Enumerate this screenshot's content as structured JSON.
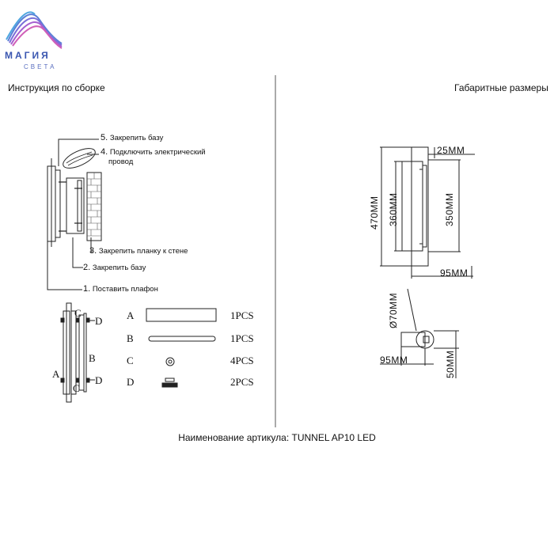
{
  "logo": {
    "word": "МАГИЯ",
    "sub": "СВЕТА"
  },
  "sections": {
    "left_title": "Инструкция по сборке",
    "right_title": "Габаритные размеры"
  },
  "steps": [
    {
      "num": "5.",
      "text": "Закрепить базу"
    },
    {
      "num": "4.",
      "text": "Подключить электрический",
      "text2": "провод"
    },
    {
      "num": "3.",
      "text": "Закрепить планку к стене"
    },
    {
      "num": "2.",
      "text": "Закрепить базу"
    },
    {
      "num": "1.",
      "text": "Поставить плафон"
    }
  ],
  "parts_diagram_labels": {
    "a": "A",
    "b": "B",
    "c1": "C",
    "c2": "C",
    "d1": "D",
    "d2": "D"
  },
  "parts": [
    {
      "letter": "A",
      "qty": "1PCS"
    },
    {
      "letter": "B",
      "qty": "1PCS"
    },
    {
      "letter": "C",
      "qty": "4PCS"
    },
    {
      "letter": "D",
      "qty": "2PCS"
    }
  ],
  "dimensions": {
    "d25": "25MM",
    "d470": "470MM",
    "d360": "360MM",
    "d350": "350MM",
    "d95_top": "95MM",
    "d70": "Ø70MM",
    "d95_bottom": "95MM",
    "d50": "50MM"
  },
  "footer": "Наименование артикула: TUNNEL AP10 LED"
}
